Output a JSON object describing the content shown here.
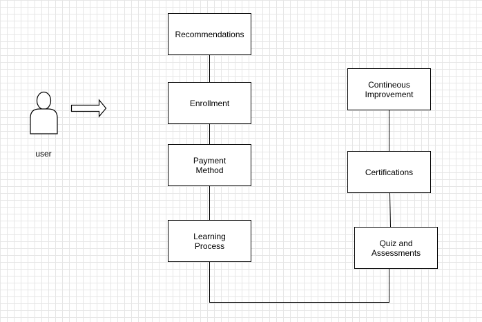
{
  "actor": {
    "label": "user"
  },
  "nodes": {
    "recommendations": "Recommendations",
    "enrollment": "Enrollment",
    "payment": "Payment\nMethod",
    "learning": "Learning\nProcess",
    "improvement": "Contineous\nImprovement",
    "certifications": "Certifications",
    "quiz": "Quiz and\nAssessments"
  },
  "colors": {
    "stroke": "#000000",
    "fill": "#ffffff",
    "grid": "#e6e6e6"
  }
}
